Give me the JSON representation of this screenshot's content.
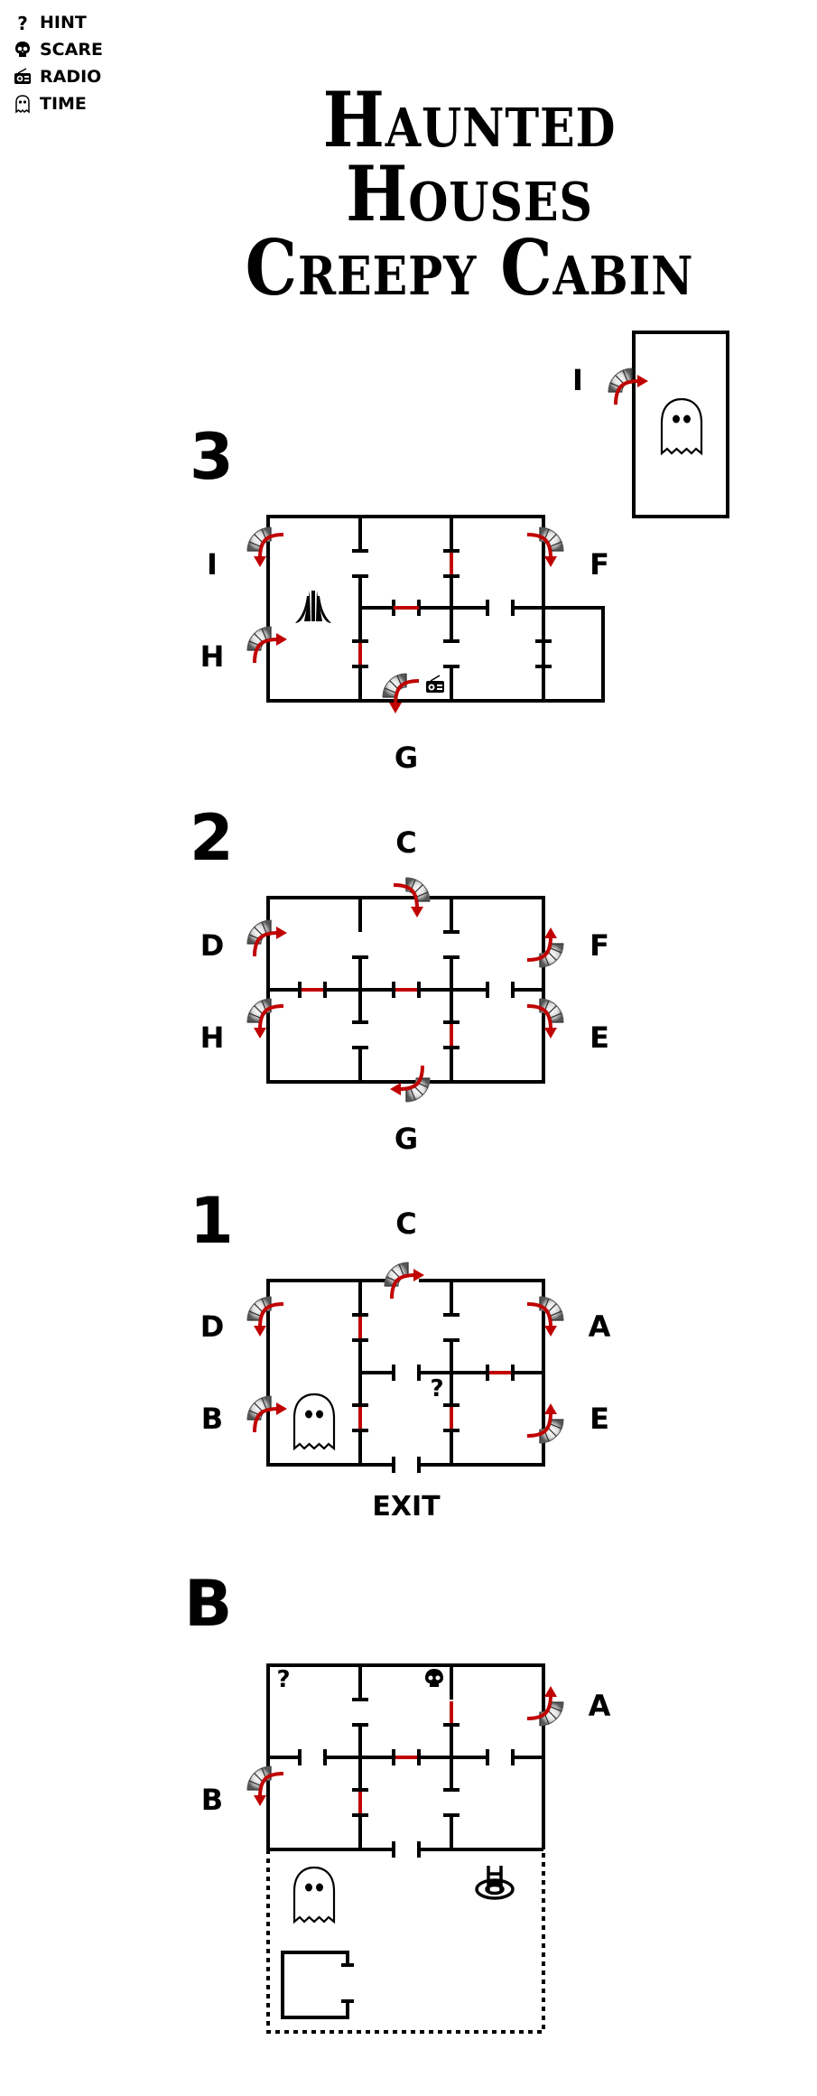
{
  "legend": [
    {
      "icon": "hint-icon",
      "label": "HINT"
    },
    {
      "icon": "scare-icon",
      "label": "SCARE"
    },
    {
      "icon": "radio-icon",
      "label": "RADIO"
    },
    {
      "icon": "time-icon",
      "label": "TIME"
    }
  ],
  "title": {
    "line1": "Haunted Houses",
    "line2": "Creepy Cabin"
  },
  "floors": [
    {
      "id": "3",
      "label": "3",
      "doors": {
        "left_top": "I",
        "right_top": "F",
        "left_bottom": "H",
        "bottom": "G"
      }
    },
    {
      "id": "2",
      "label": "2",
      "doors": {
        "top": "C",
        "left_top": "D",
        "right_top": "F",
        "left_bottom": "H",
        "right_bottom": "E",
        "bottom": "G"
      }
    },
    {
      "id": "1",
      "label": "1",
      "doors": {
        "top": "C",
        "left_top": "D",
        "right_top": "A",
        "left_bottom": "B",
        "right_bottom": "E"
      },
      "exit": "EXIT",
      "hint": "?"
    },
    {
      "id": "B",
      "label": "B",
      "doors": {
        "right_top": "A",
        "left_bottom": "B"
      },
      "hint": "?"
    }
  ],
  "attic": {
    "door": "I"
  },
  "colors": {
    "wall": "#000000",
    "dashed_wall": "#c00000",
    "arrow": "#c00000",
    "background": "#ffffff"
  }
}
